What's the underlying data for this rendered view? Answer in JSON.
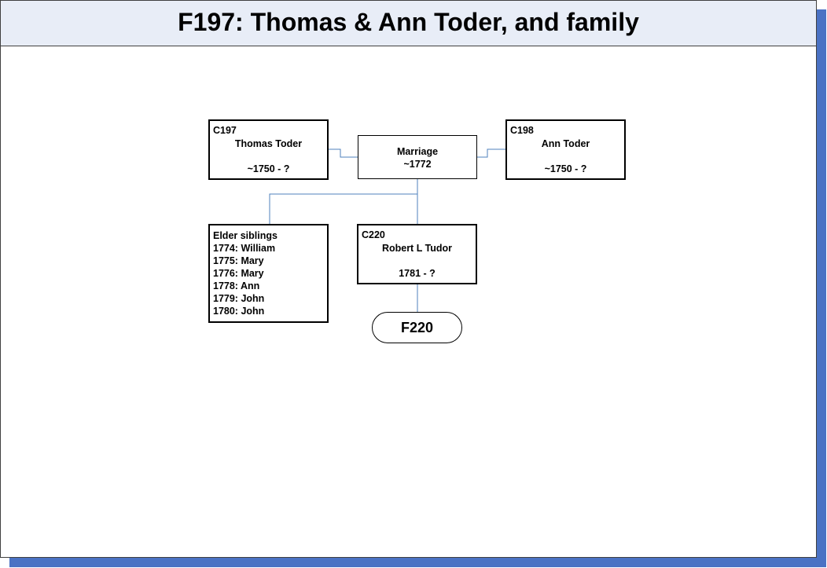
{
  "title": "F197: Thomas & Ann Toder, and family",
  "father": {
    "code": "C197",
    "name": "Thomas Toder",
    "dates": "~1750 - ?"
  },
  "mother": {
    "code": "C198",
    "name": "Ann Toder",
    "dates": "~1750 - ?"
  },
  "marriage": {
    "label": "Marriage",
    "date": "~1772"
  },
  "siblings": {
    "heading": "Elder siblings",
    "items": [
      "1774: William",
      "1775: Mary",
      "1776: Mary",
      "1778: Ann",
      "1779: John",
      "1780: John"
    ]
  },
  "child": {
    "code": "C220",
    "name": "Robert L Tudor",
    "dates": "1781 - ?"
  },
  "family_link": {
    "label": "F220"
  },
  "colors": {
    "connector": "#4f81bd",
    "shadow": "#4a72c4",
    "title_bg": "#e8edf7"
  }
}
